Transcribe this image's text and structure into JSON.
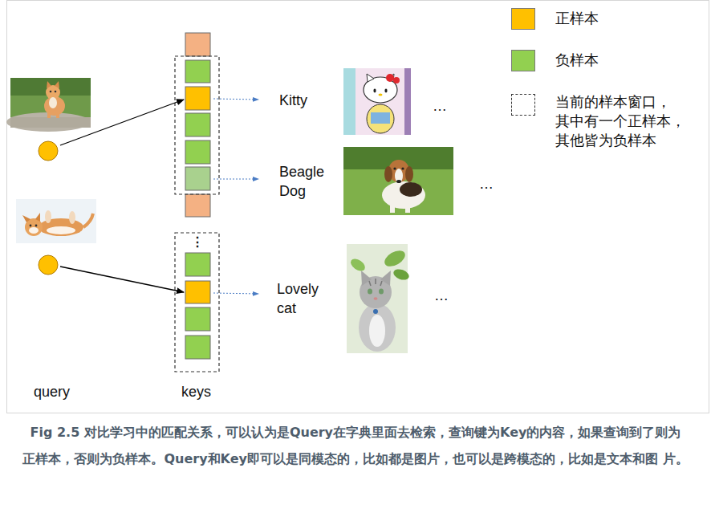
{
  "diagram": {
    "caption": "Fig 2.5 对比学习中的匹配关系，可以认为是Query在字典里面去检索，查询键为Key的内容，如果查询到了则为 正样本，否则为负样本。Query和Key即可以是同模态的，比如都是图片，也可以是跨模态的，比如是文本和图 片。",
    "labels": [
      "Kitty",
      "Beagle Dog",
      "Lovely cat",
      "…",
      "…",
      "…",
      "⋮",
      "query",
      "keys"
    ],
    "legend": [
      {
        "text": "正样本",
        "color": "#FFC000"
      },
      {
        "text": "负样本",
        "color": "#92D050"
      },
      {
        "text": "当前的样本窗口， 其中有一个正样本， 其他皆为负样本"
      }
    ]
  }
}
